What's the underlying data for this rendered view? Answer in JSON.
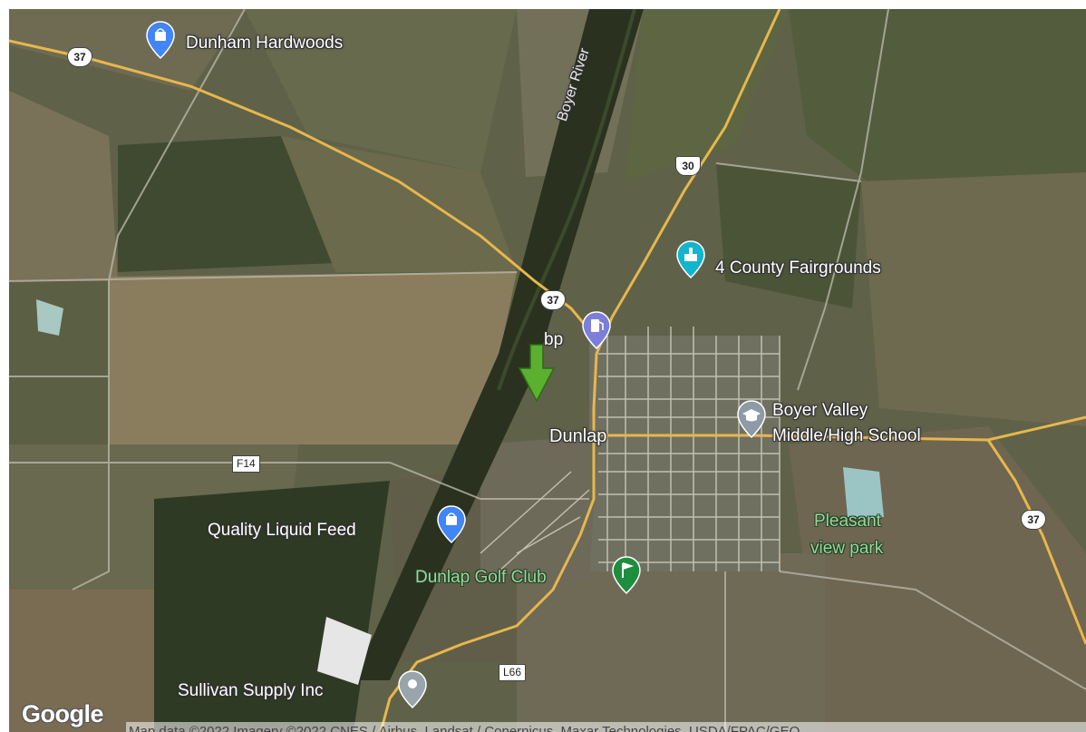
{
  "places": {
    "dunham": "Dunham Hardwoods",
    "fairgrounds": "4 County Fairgrounds",
    "bp": "bp",
    "dunlap": "Dunlap",
    "school": "Boyer Valley\nMiddle/High School",
    "school_line1": "Boyer Valley",
    "school_line2": "Middle/High School",
    "quality": "Quality Liquid Feed",
    "pleasant_line1": "Pleasant",
    "pleasant_line2": "view park",
    "golf": "Dunlap Golf Club",
    "sullivan": "Sullivan Supply Inc",
    "river": "Boyer River"
  },
  "shields": {
    "hwy37": "37",
    "us30": "30",
    "f14": "F14",
    "l66": "L66"
  },
  "branding": {
    "logo": "Google",
    "attribution": "Map data ©2022 Imagery ©2022 CNES / Airbus, Landsat / Copernicus, Maxar Technologies, USDA/FPAC/GEO"
  },
  "colors": {
    "shop_pin": "#4285f4",
    "fair_pin": "#12b5cb",
    "gas_pin": "#7b7fd8",
    "school_pin": "#8e9aa6",
    "golf_pin": "#1e8e3e",
    "generic_pin": "#9aa4ad",
    "marker": "#4caf50",
    "highway": "#f2c14e"
  }
}
